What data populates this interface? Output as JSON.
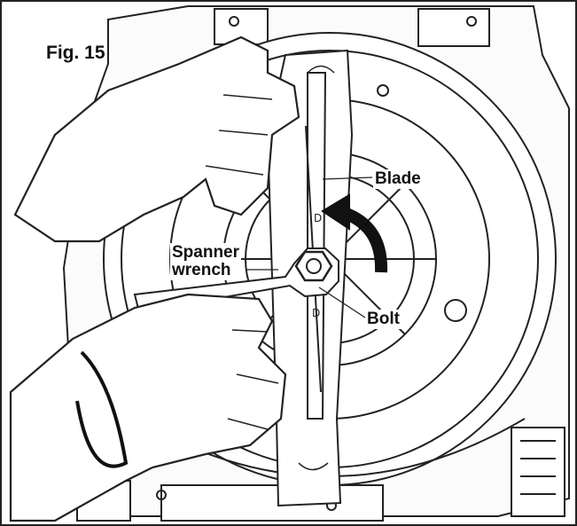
{
  "figure": {
    "title": "Fig. 15",
    "labels": {
      "blade": "Blade",
      "spanner_line1": "Spanner",
      "spanner_line2": "wrench",
      "bolt": "Bolt"
    },
    "icons": [
      "rotate-arrow-icon",
      "rotation-direction-icon",
      "bolt-icon"
    ],
    "colors": {
      "line": "#222222",
      "background": "#ffffff",
      "glove": "#ffffff"
    }
  }
}
